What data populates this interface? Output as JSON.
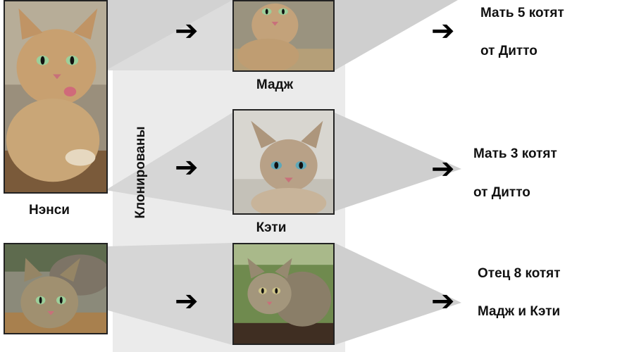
{
  "label_cloned": "Клонированы",
  "source_cats": [
    {
      "name": "Нэнси"
    },
    {
      "name": ""
    }
  ],
  "clones": [
    {
      "name": "Мадж",
      "note_line1": "Мать 5 котят",
      "note_line2": "от Дитто"
    },
    {
      "name": "Кэти",
      "note_line1": "Мать 3 котят",
      "note_line2": "от Дитто"
    },
    {
      "name": "",
      "note_line1": "Отец 8 котят",
      "note_line2": "Мадж и Кэти"
    }
  ],
  "arrow_glyph": "➔",
  "colors": {
    "band": "#d4d4d4",
    "column": "#e6e6e6",
    "text": "#111111"
  }
}
